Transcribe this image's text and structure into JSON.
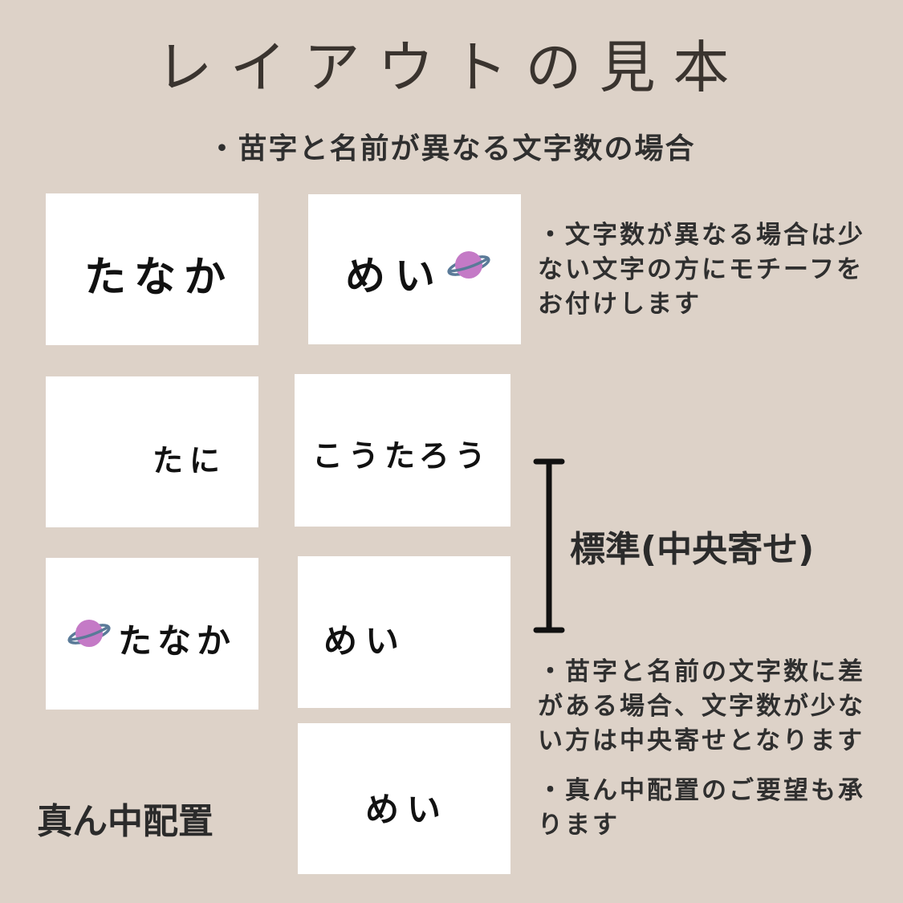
{
  "title": "レイアウトの見本",
  "subtitle": "・苗字と名前が異なる文字数の場合",
  "cards": {
    "c1": "たなか",
    "c2": "めい",
    "c3": "たに",
    "c4": "こうたろう",
    "c5": "たなか",
    "c6": "めい",
    "c7": "めい"
  },
  "notes": {
    "note1": "・文字数が異なる場合は少\nない文字の方にモチーフを\nお付けします",
    "note2": "・苗字と名前の文字数に差\nがある場合、文字数が少な\nい方は中央寄せとなります",
    "note3": "・真ん中配置のご要望も承\nります"
  },
  "labels": {
    "standard": "標準(中央寄せ)",
    "center": "真ん中配置"
  },
  "icons": {
    "motif": "planet-icon"
  },
  "colors": {
    "background": "#ddd2c8",
    "planet": "#c47ac6",
    "ring": "#5a7a98"
  }
}
